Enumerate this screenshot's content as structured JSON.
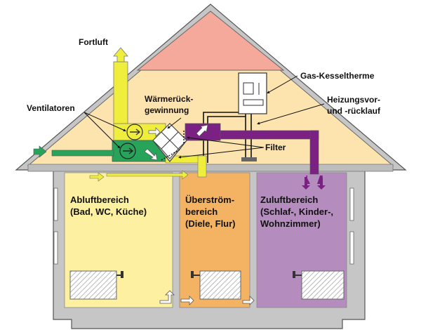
{
  "labels": {
    "fortluft": "Fortluft",
    "ventilatoren": "Ventilatoren",
    "waermerueck_1": "Wärmerück-",
    "waermerueck_2": "gewinnung",
    "gas_kessel": "Gas-Kesseltherme",
    "heizung_1": "Heizungsvor-",
    "heizung_2": "und -rücklauf",
    "filter": "Filter"
  },
  "rooms": {
    "abluft": {
      "title": "Abluftbereich",
      "sub": "(Bad, WC, Küche)"
    },
    "ueberstroem": {
      "title": "Überström-",
      "line2": "bereich",
      "sub": "(Diele, Flur)"
    },
    "zuluft": {
      "title": "Zuluftbereich",
      "line2": "(Schlaf-, Kinder-,",
      "sub": "Wohnzimmer)"
    }
  },
  "colors": {
    "roof_peak": "#f5a99a",
    "attic": "#fde3ae",
    "walls": "#c6c6c6",
    "floor_slab": "#bdbdbd",
    "room_abluft": "#fdf0a0",
    "room_ueberstroem": "#f3b362",
    "room_zuluft": "#b48cbe",
    "duct_yellow": "#f0ee3c",
    "duct_green": "#27a35a",
    "duct_purple": "#7a2183"
  }
}
